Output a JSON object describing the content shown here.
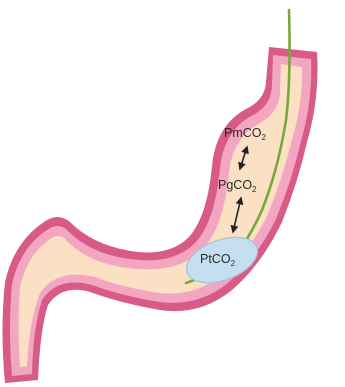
{
  "colors": {
    "outer_wall": "#d85a86",
    "mucosa": "#f2a6c2",
    "lumen": "#fbe0c4",
    "tube": "#76a83a",
    "balloon": "#c5dff0",
    "balloon_edge": "#9ec5dc",
    "arrow": "#222222"
  },
  "labels": {
    "mucosa": {
      "base": "PmCO",
      "sub": "2"
    },
    "gastric": {
      "base": "PgCO",
      "sub": "2"
    },
    "tonometer": {
      "base": "PtCO",
      "sub": "2"
    }
  }
}
